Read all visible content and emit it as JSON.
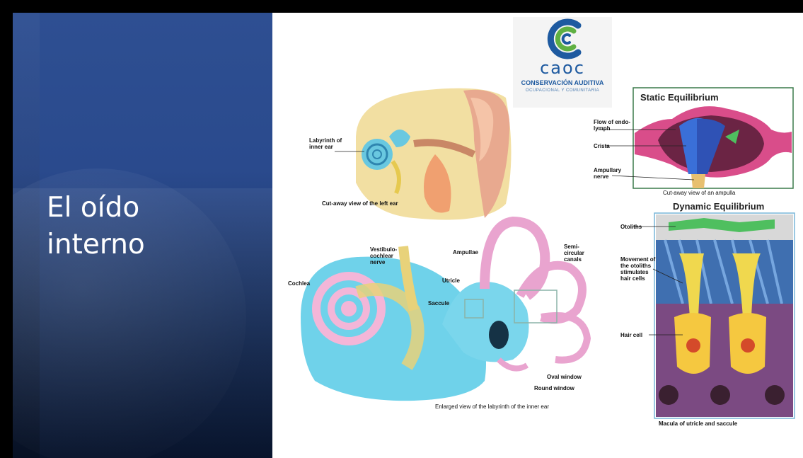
{
  "slide": {
    "title_line1": "El oído",
    "title_line2": "interno"
  },
  "logo": {
    "word": "caoc",
    "line1": "CONSERVACIÓN AUDITIVA",
    "line2": "OCUPACIONAL Y COMUNITARIA",
    "colors": {
      "blue": "#1e5aa0",
      "green": "#5fb043"
    }
  },
  "ear_view": {
    "label_labyrinth": "Labyrinth of inner ear",
    "caption": "Cut-away view of the left ear"
  },
  "static": {
    "heading": "Static Equilibrium",
    "label_flow": "Flow of endo-lymph",
    "label_crista": "Crista",
    "label_nerve": "Ampullary nerve",
    "caption": "Cut-away view of an ampulla"
  },
  "labyrinth": {
    "vestibulo": "Vestibulo-cochlear nerve",
    "cochlea": "Cochlea",
    "ampullae": "Ampullae",
    "semicircular": "Semi-circular canals",
    "utricle": "Utricle",
    "saccule": "Saccule",
    "oval": "Oval window",
    "round": "Round window",
    "caption": "Enlarged view of the labyrinth of the inner ear"
  },
  "dynamic": {
    "heading": "Dynamic Equilibrium",
    "otoliths": "Otoliths",
    "movement": "Movement of the otoliths stimulates hair cells",
    "hair_cell": "Hair cell",
    "caption": "Macula of utricle and saccule"
  }
}
